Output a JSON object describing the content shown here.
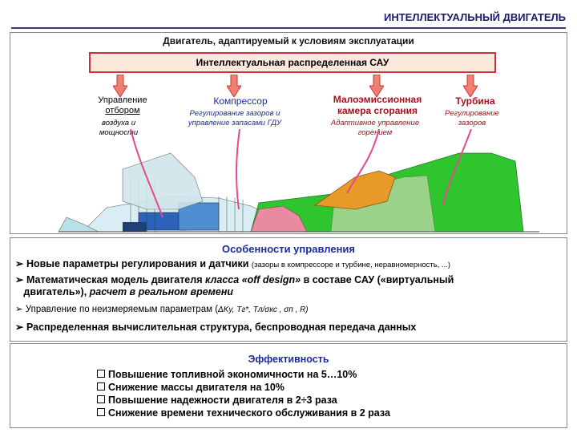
{
  "header": {
    "title": "ИНТЕЛЛЕКТУАЛЬНЫЙ ДВИГАТЕЛЬ"
  },
  "panel": {
    "title": "Двигатель, адаптируемый к условиям эксплуатации",
    "sau": "Интеллектуальная распределенная САУ",
    "labels": {
      "otbor_1": "Управление",
      "otbor_2": "отбором",
      "otbor_3": "воздуха и",
      "otbor_4": "мощности",
      "compressor": "Компрессор",
      "compressor_sub_1": "Регулирование зазоров и",
      "compressor_sub_2": "управление запасами ГДУ",
      "chamber_1": "Малоэмиссионная",
      "chamber_2": "камера сгорания",
      "chamber_sub_1": "Адаптивное управление",
      "chamber_sub_2": "горением",
      "turbine": "Турбина",
      "turbine_sub_1": "Регулирование",
      "turbine_sub_2": "зазоров"
    },
    "colors": {
      "arrow": "#f08070",
      "frame": "#c8343a",
      "engine_green": "#2fc52f",
      "engine_orange": "#e79a28",
      "engine_blue": "#2a63b8"
    }
  },
  "features": {
    "title": "Особенности управления",
    "b1_main": "Новые параметры регулирования и датчики",
    "b1_small": "(зазоры в компрессоре и турбине, неравномерность, ...)",
    "b2_a": "Математическая модель двигателя ",
    "b2_b": "класса «off design»",
    "b2_c": " в составе САУ  («виртуальный",
    "b2_d": "двигатель»), ",
    "b2_e": "расчет в реальном времени",
    "b3_a": "Управление по неизмеряемым параметрам (",
    "b3_b": "ΔKy, Tг*, Tл/σкс , σп , R)",
    "b4": "Распределенная вычислительная структура, беспроводная передача данных"
  },
  "effect": {
    "title": "Эффективность",
    "items": [
      "Повышение топливной экономичности на 5…10%",
      "Снижение массы двигателя на 10%",
      "Повышение надежности двигателя в 2÷3 раза",
      "Снижение времени технического обслуживания в 2 раза"
    ]
  }
}
